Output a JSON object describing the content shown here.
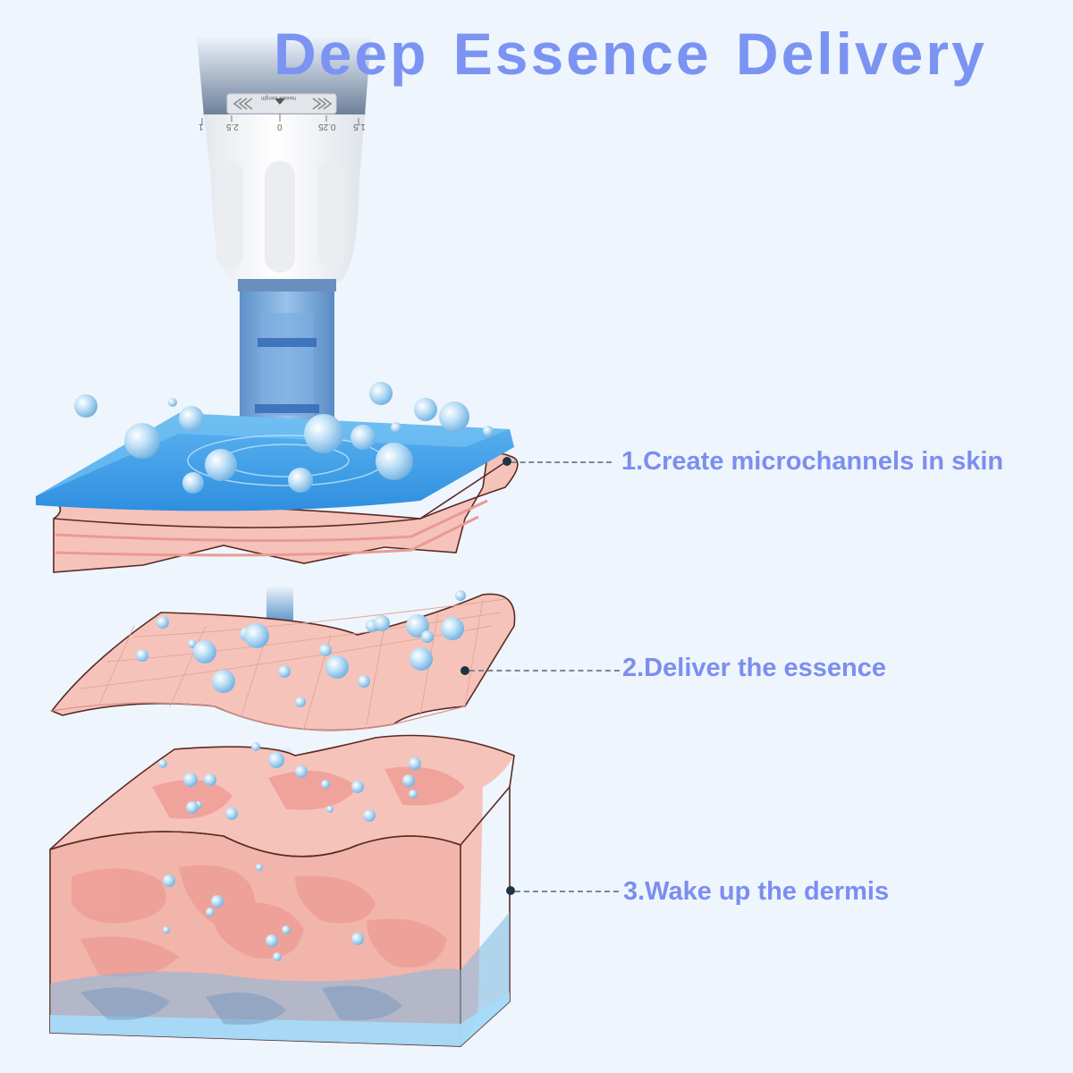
{
  "title": "Deep Essence Delivery",
  "steps": [
    {
      "label": "1.Create microchannels in skin"
    },
    {
      "label": "2.Deliver the essence"
    },
    {
      "label": "3.Wake up the dermis"
    }
  ],
  "device": {
    "label": "Needle Length",
    "scale_marks": [
      "1",
      "2.5",
      "0",
      "0.25",
      "1.5"
    ]
  },
  "colors": {
    "background": "#eef5fd",
    "title": "#7b93f2",
    "labels": "#7b8ef0",
    "skin": "#f6b9ae",
    "skin_dark": "#ee9e96",
    "essence_blue": "#3b9de8",
    "arrow": "#3f7fbf"
  }
}
